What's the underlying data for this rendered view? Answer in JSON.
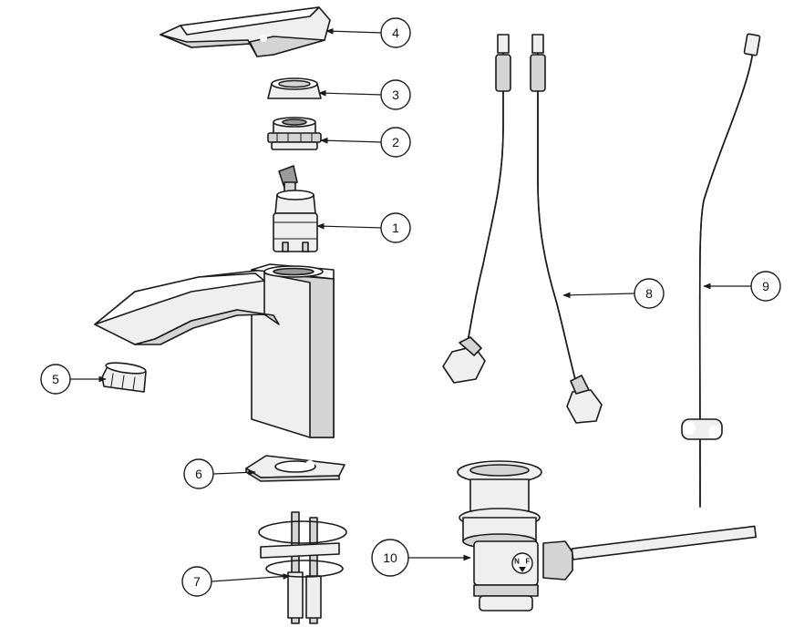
{
  "diagram": {
    "callouts": [
      {
        "id": "1",
        "label": "1"
      },
      {
        "id": "2",
        "label": "2"
      },
      {
        "id": "3",
        "label": "3"
      },
      {
        "id": "4",
        "label": "4"
      },
      {
        "id": "5",
        "label": "5"
      },
      {
        "id": "6",
        "label": "6"
      },
      {
        "id": "7",
        "label": "7"
      },
      {
        "id": "8",
        "label": "8"
      },
      {
        "id": "9",
        "label": "9"
      },
      {
        "id": "10",
        "label": "10"
      }
    ],
    "waste_badge": {
      "letters": [
        "N",
        "F"
      ]
    }
  }
}
